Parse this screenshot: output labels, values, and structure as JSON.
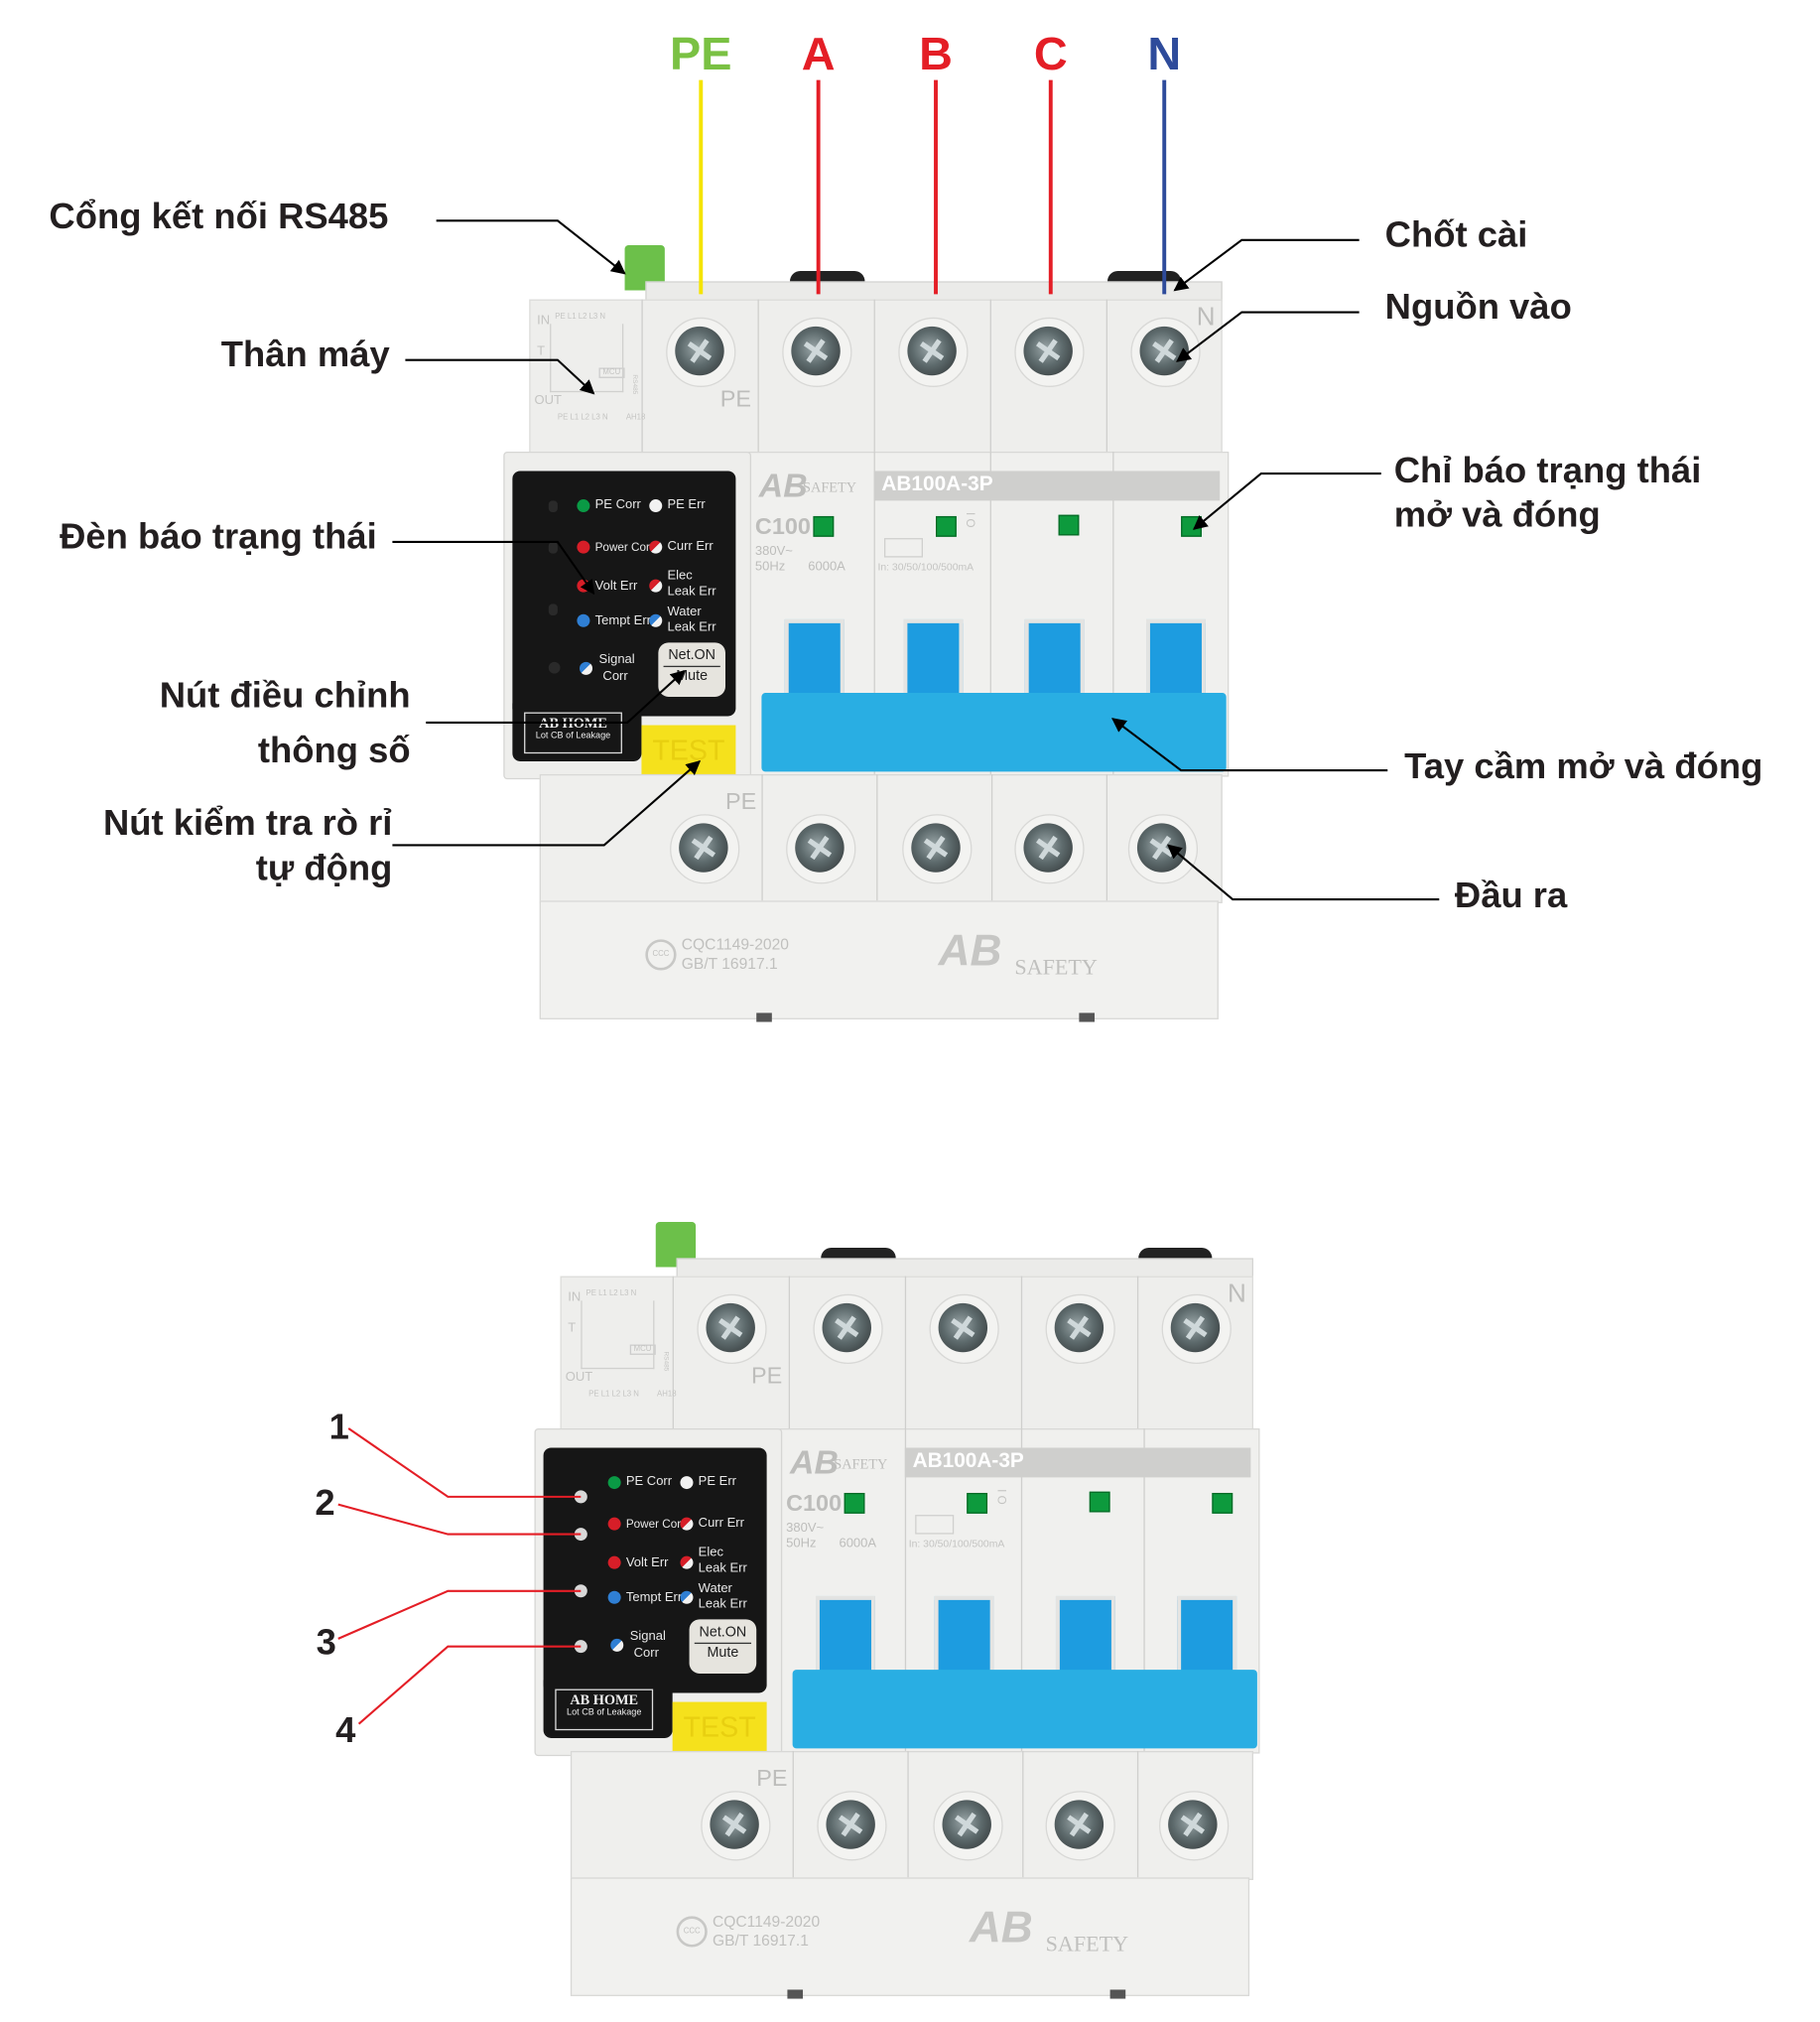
{
  "phases": [
    {
      "label": "PE",
      "color": "#7ac143"
    },
    {
      "label": "A",
      "color": "#e41e26"
    },
    {
      "label": "B",
      "color": "#e41e26"
    },
    {
      "label": "C",
      "color": "#e41e26"
    },
    {
      "label": "N",
      "color": "#2e4b9b"
    }
  ],
  "callouts": {
    "rs485": "Cổng kết nối RS485",
    "body": "Thân máy",
    "status_lights": "Đèn báo trạng thái",
    "adjust_button_1": "Nút điều chỉnh",
    "adjust_button_2": "thông số",
    "leak_test_1": "Nút kiểm tra rò rỉ",
    "leak_test_2": "tự động",
    "latch": "Chốt cài",
    "power_in": "Nguồn vào",
    "open_close_indicator_1": "Chỉ báo trạng thái",
    "open_close_indicator_2": "mở và đóng",
    "handle": "Tay cầm mở và đóng",
    "output": "Đầu ra"
  },
  "numbers": [
    "1",
    "2",
    "3",
    "4"
  ],
  "device": {
    "schematic": {
      "in": "IN",
      "t": "T",
      "out": "OUT",
      "top_terms": "PE L1 L2 L3 N",
      "bottom_terms": "PE L1 L2 L3 N",
      "model": "AH18",
      "mcu": "MCU",
      "rs485": "RS485"
    },
    "pe_top": "PE",
    "n_top": "N",
    "pe_bottom": "PE",
    "panel": {
      "pe_corr": "PE Corr",
      "pe_err": "PE Err",
      "power_corr": "Power Corr",
      "curr_err": "Curr Err",
      "volt_err": "Volt Err",
      "elec_leak_err_1": "Elec",
      "elec_leak_err_2": "Leak Err",
      "tempt_err": "Tempt Err",
      "water_leak_err_1": "Water",
      "water_leak_err_2": "Leak Err",
      "signal_corr_1": "Signal",
      "signal_corr_2": "Corr",
      "net_on": "Net.ON",
      "mute": "Mute",
      "brand": "AB HOME",
      "brand_sub": "Lot CB of Leakage",
      "test": "TEST"
    },
    "logo_ab": "AB",
    "logo_safety": "SAFETY",
    "model": "AB100A-3P",
    "rating": "C100",
    "voltage": "380V~",
    "freq": "50Hz",
    "breaking": "6000A",
    "leak_range": "In: 30/50/100/500mA",
    "on_off": "I O",
    "cert_1": "CQC1149-2020",
    "cert_2": "GB/T 16917.1",
    "cert_mark": "CCC"
  }
}
